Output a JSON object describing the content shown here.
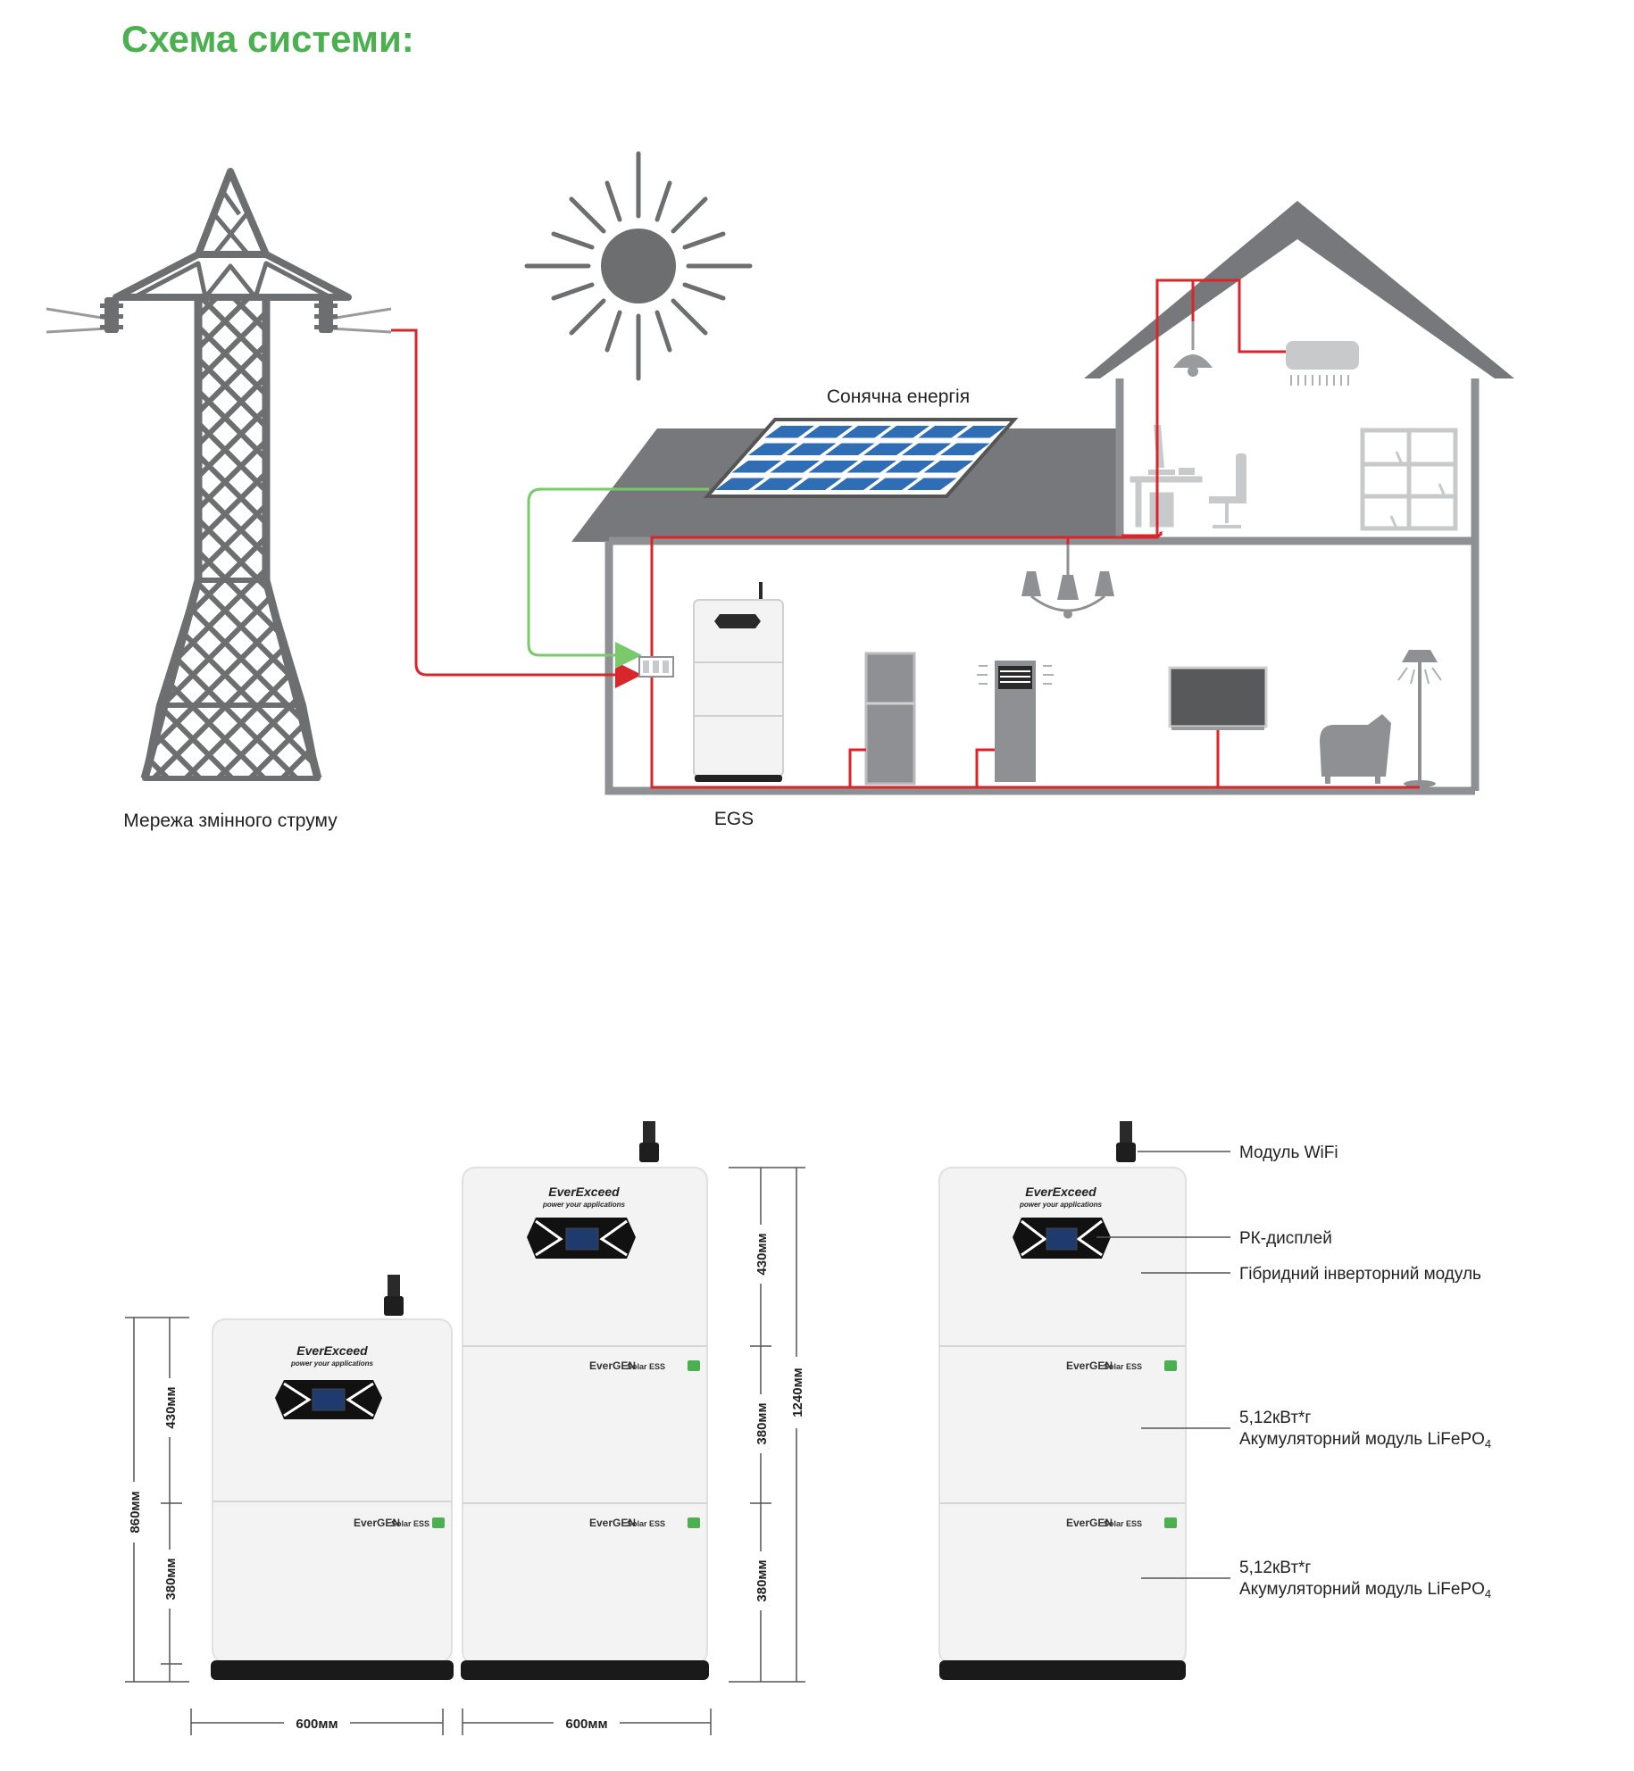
{
  "header": {
    "title": "Схема системи:"
  },
  "scheme": {
    "solar_label": "Сонячна енергія",
    "grid_label": "Мережа змінного струму",
    "egs_label": "EGS"
  },
  "product": {
    "logo_brand": "EverExceed",
    "logo_tagline": "power your applications",
    "battery_brand": "EverGEN",
    "battery_brand_small": "Solar ESS",
    "dims": {
      "small_total": "860мм",
      "small_inverter": "430мм",
      "small_battery": "380мм",
      "large_total": "1240мм",
      "large_inverter": "430мм",
      "large_battery_1": "380мм",
      "large_battery_2": "380мм",
      "width_small": "600мм",
      "width_large": "600мм"
    },
    "callouts": {
      "wifi": "Модуль WiFi",
      "display": "РК-дисплей",
      "inverter": "Гібридний інверторний модуль",
      "battery1_capacity": "5,12кВт*г",
      "battery1_desc": "Акумуляторний модуль LiFePO",
      "battery1_sub": "4",
      "battery2_capacity": "5,12кВт*г",
      "battery2_desc": "Акумуляторний модуль LiFePO",
      "battery2_sub": "4"
    }
  },
  "colors": {
    "title_green": "#4cb050",
    "grid_line_red": "#d9262b",
    "solar_line_green": "#7ac96b",
    "structure_gray": "#6d6e70",
    "panel_blue": "#2f6db5"
  }
}
